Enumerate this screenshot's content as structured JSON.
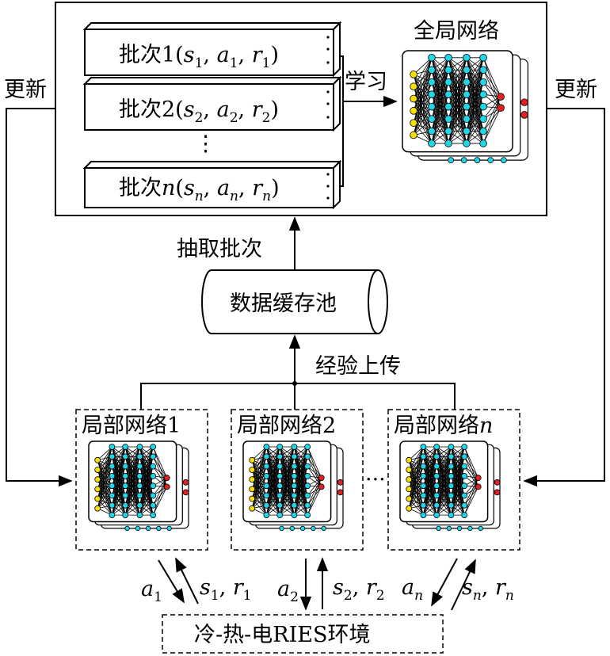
{
  "global": {
    "title": "全局网络",
    "batches": [
      {
        "prefix": "批次1(",
        "s": "s",
        "s_sub": "1",
        "a": "a",
        "a_sub": "1",
        "r": "r",
        "r_sub": "1"
      },
      {
        "prefix": "批次2(",
        "s": "s",
        "s_sub": "2",
        "a": "a",
        "a_sub": "2",
        "r": "r",
        "r_sub": "2"
      },
      {
        "prefix": "批次",
        "n": "n",
        "prefix2": "(",
        "s": "s",
        "s_sub": "n",
        "a": "a",
        "a_sub": "n",
        "r": "r",
        "r_sub": "n"
      }
    ],
    "comma": ",",
    "close": ")",
    "ellipsis_v": "⋮",
    "learn": "学习"
  },
  "update_left": "更新",
  "update_right": "更新",
  "sample_label": "抽取批次",
  "pool_label": "数据缓存池",
  "upload_label": "经验上传",
  "local": {
    "titles": [
      "局部网络1",
      "局部网络2",
      "局部网络"
    ],
    "title3_n": "n",
    "between_dots": "···"
  },
  "arrows": [
    {
      "a": "a",
      "a_sub": "1",
      "s": "s",
      "s_sub": "1",
      "r": "r",
      "r_sub": "1"
    },
    {
      "a": "a",
      "a_sub": "2",
      "s": "s",
      "s_sub": "2",
      "r": "r",
      "r_sub": "2"
    },
    {
      "a": "a",
      "a_sub": "n",
      "s": "s",
      "s_sub": "n",
      "r": "r",
      "r_sub": "n"
    }
  ],
  "env_label": "冷-热-电RIES环境",
  "colors": {
    "input_node": "#f5e000",
    "hidden_node": "#1fd7e8",
    "output_node": "#e32020"
  }
}
